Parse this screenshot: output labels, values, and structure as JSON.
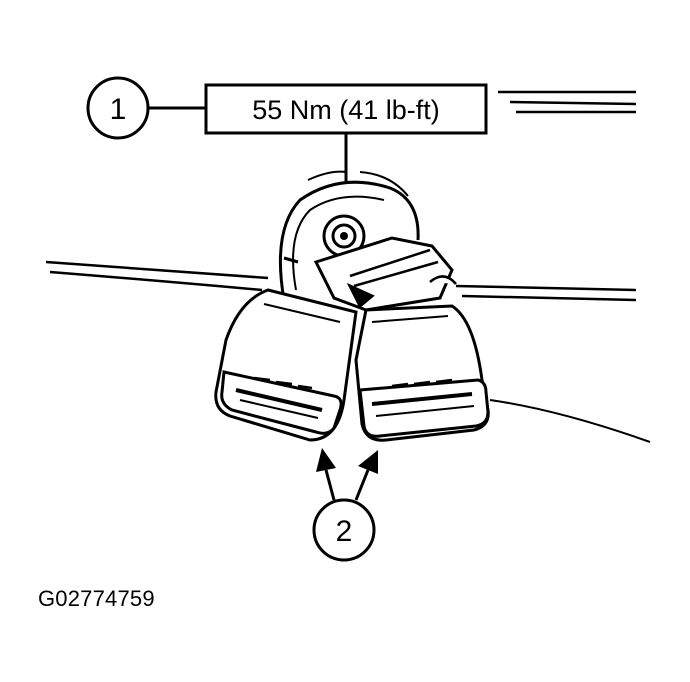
{
  "callouts": {
    "one": "1",
    "two": "2"
  },
  "torque_label": "55 Nm (41 lb-ft)",
  "figure_id": "G02774759"
}
